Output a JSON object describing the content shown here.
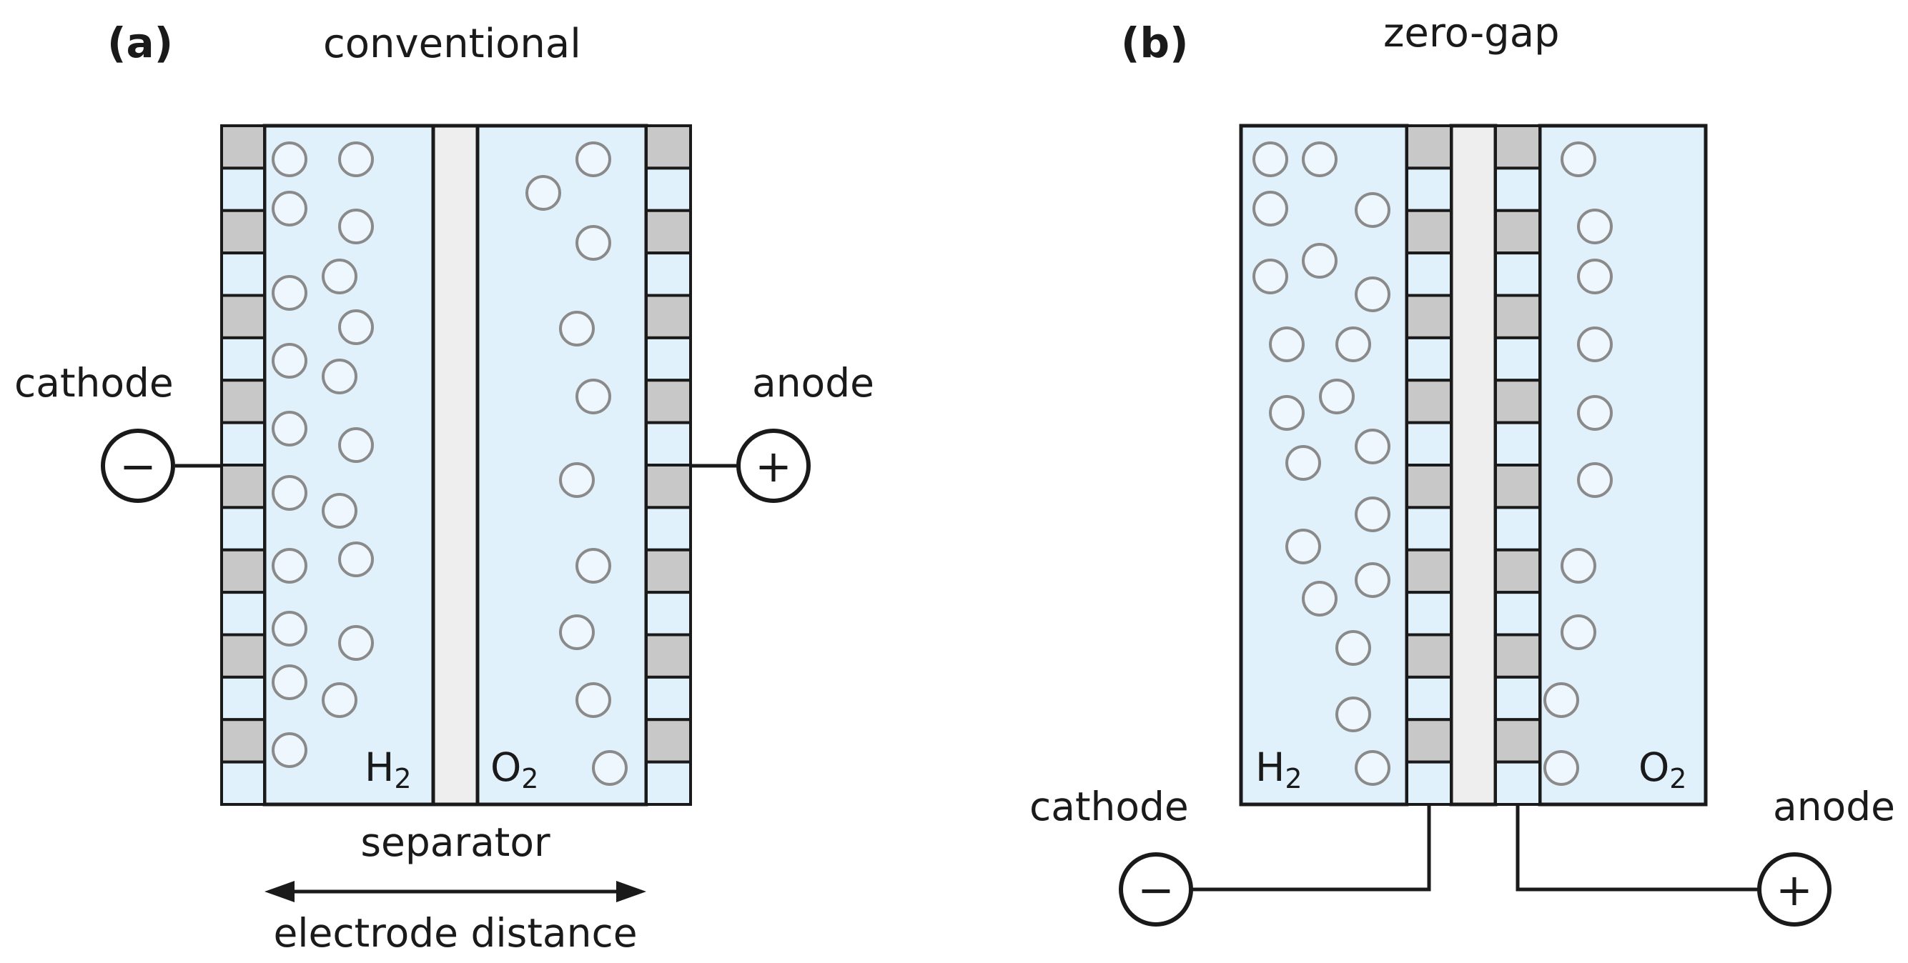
{
  "panels": [
    {
      "label": "(a)",
      "title": "conventional",
      "cathode_label": "cathode",
      "anode_label": "anode",
      "cathode_sign": "−",
      "anode_sign": "+",
      "gas_left": "H",
      "gas_left_sub": "2",
      "gas_right": "O",
      "gas_right_sub": "2",
      "separator_label": "separator",
      "distance_label": "electrode distance"
    },
    {
      "label": "(b)",
      "title": "zero-gap",
      "cathode_label": "cathode",
      "anode_label": "anode",
      "cathode_sign": "−",
      "anode_sign": "+",
      "gas_left": "H",
      "gas_left_sub": "2",
      "gas_right": "O",
      "gas_right_sub": "2"
    }
  ],
  "colors": {
    "electrolyte": "#e0f1fb",
    "electrode_gray": "#c8c8c8",
    "electrode_light": "#e0f1fb",
    "separator": "#eeeeee",
    "bubble_stroke": "#8a8a8a",
    "bubble_fill": "#eef7fd",
    "outline": "#1a1a1a"
  }
}
